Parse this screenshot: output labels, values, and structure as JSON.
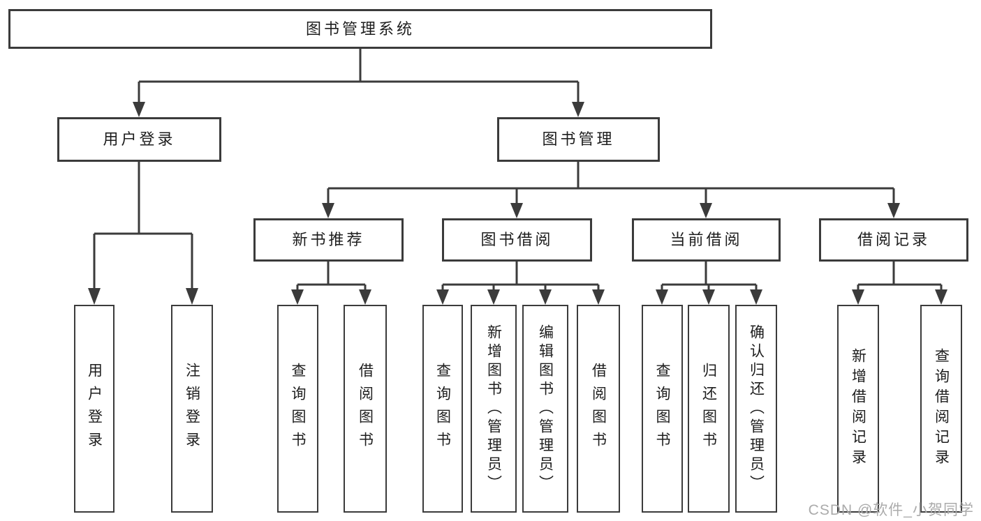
{
  "tree": {
    "root_label": "图书管理系统",
    "level2": {
      "user_login": "用户登录",
      "book_mgmt": "图书管理"
    },
    "level3": {
      "new_book": "新书推荐",
      "book_borrow": "图书借阅",
      "current_borrow": "当前借阅",
      "borrow_record": "借阅记录"
    },
    "leaves": {
      "user_login": [
        "用户登录",
        "注销登录"
      ],
      "new_book": [
        "查询图书",
        "借阅图书"
      ],
      "book_borrow": [
        "查询图书",
        "新增图书（管理员）",
        "编辑图书（管理员）",
        "借阅图书"
      ],
      "current_borrow": [
        "查询图书",
        "归还图书",
        "确认归还（管理员）"
      ],
      "borrow_record": [
        "新增借阅记录",
        "查询借阅记录"
      ]
    }
  },
  "watermark": "CSDN @软件_小贺同学",
  "colors": {
    "line": "#3b3b3b",
    "box_border": "#3b3b3b",
    "text": "#1d1d1d",
    "watermark": "#ababab",
    "background": "#ffffff"
  }
}
